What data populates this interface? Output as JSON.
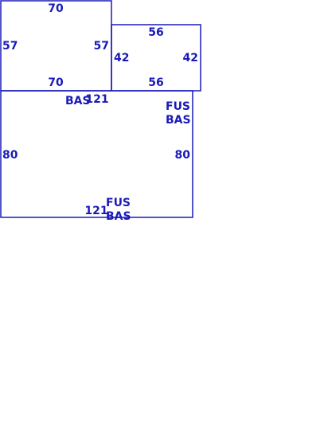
{
  "colors": {
    "ink": "#1a1ab8",
    "background": "#ffffff"
  },
  "sketch": {
    "top_left_room": {
      "dims": {
        "top": "70",
        "bottom": "70",
        "left": "57",
        "right": "57"
      }
    },
    "top_right_room": {
      "dims": {
        "top": "56",
        "bottom": "56",
        "left": "42",
        "right": "42"
      }
    },
    "main_room": {
      "dims": {
        "top": "121",
        "bottom": "121",
        "left": "80",
        "right": "80"
      },
      "labels": {
        "top_left": "BAS",
        "top_right_line1": "FUS",
        "top_right_line2": "BAS",
        "bottom_line1": "FUS",
        "bottom_line2": "BAS"
      }
    }
  }
}
